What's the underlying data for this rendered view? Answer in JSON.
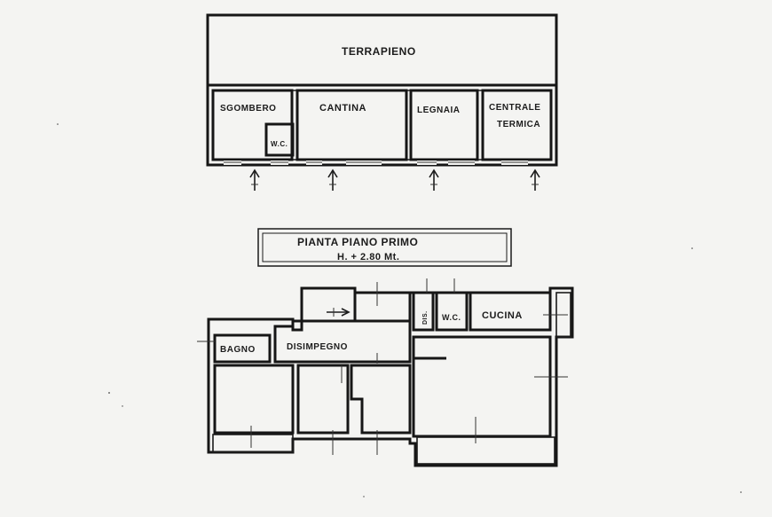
{
  "upper_plan": {
    "terrapieno": "TERRAPIENO",
    "rooms": {
      "sgombero": "SGOMBERO",
      "cantina": "CANTINA",
      "wc": "W.C.",
      "legnaia": "LEGNAIA",
      "centrale_line1": "CENTRALE",
      "centrale_line2": "TERMICA"
    }
  },
  "title_box": {
    "line1": "PIANTA PIANO PRIMO",
    "line2": "H. + 2.80 Mt."
  },
  "lower_plan": {
    "rooms": {
      "bagno": "BAGNO",
      "disimpegno": "DISIMPEGNO",
      "dis": "DIS.",
      "wc": "W.C.",
      "cucina": "CUCINA"
    }
  }
}
